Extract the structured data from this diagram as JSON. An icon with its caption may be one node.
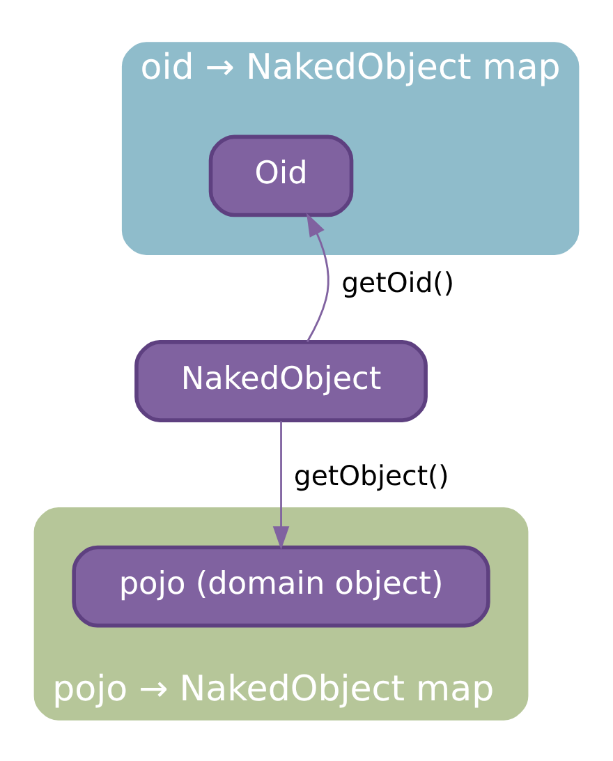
{
  "diagram": {
    "nodes": [
      {
        "text": [
          "oid → NakedObject map"
        ]
      },
      {
        "text": [
          "Oid"
        ],
        "in": 0
      },
      {
        "text": [
          "NakedObject"
        ]
      },
      {
        "text": [
          "pojo → NakedObject map"
        ]
      },
      {
        "text": [
          "pojo (domain object)"
        ],
        "in": 3
      }
    ],
    "edges": [
      {
        "from": 2,
        "to": 1,
        "arrow": "to",
        "label": "getOid()"
      },
      {
        "from": 2,
        "to": 4,
        "arrow": "to",
        "label": "getObject()"
      }
    ]
  }
}
